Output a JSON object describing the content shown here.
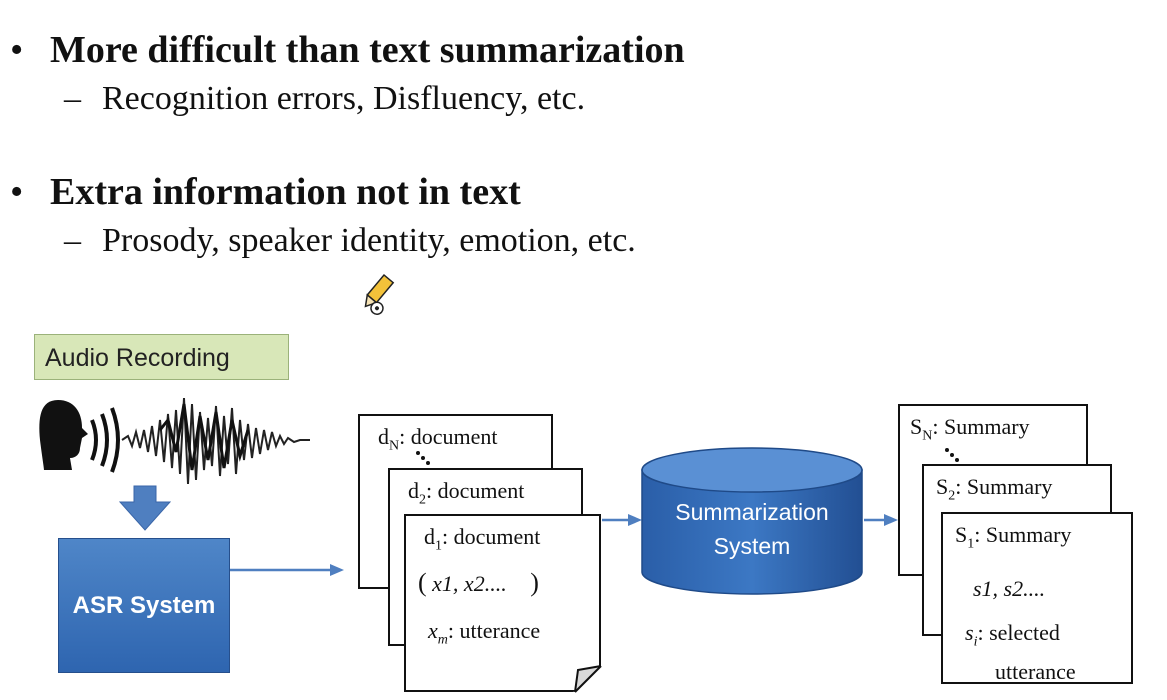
{
  "bullets": [
    {
      "heading": "More difficult than text summarization",
      "sub": "Recognition errors, Disfluency, etc."
    },
    {
      "heading": "Extra information not in text",
      "sub": "Prosody, speaker identity, emotion, etc."
    }
  ],
  "bullet_symbol": "•",
  "dash_symbol": "–",
  "diagram": {
    "audio_label": "Audio Recording",
    "asr_label": "ASR System",
    "summarization_label_line1": "Summarization",
    "summarization_label_line2": "System",
    "documents": {
      "dN": {
        "var": "d",
        "sub": "N",
        "text": ": document"
      },
      "d2": {
        "var": "d",
        "sub": "2",
        "text": ": document"
      },
      "d1": {
        "var": "d",
        "sub": "1",
        "text": ": document"
      },
      "x_seq": "x1, x2....",
      "xm_var": "x",
      "xm_sub": "m",
      "xm_text": ": utterance"
    },
    "summaries": {
      "SN": {
        "var": "S",
        "sub": "N",
        "text": ": Summary"
      },
      "S2": {
        "var": "S",
        "sub": "2",
        "text": ": Summary"
      },
      "S1": {
        "var": "S",
        "sub": "1",
        "text": ": Summary"
      },
      "s_seq": "s1, s2....",
      "si_var": "s",
      "si_sub": "i",
      "si_text": ": selected",
      "si_text2": "utterance"
    }
  },
  "colors": {
    "audio_box": "#d8e7b8",
    "asr_box": "#2e65b0",
    "arrow": "#4f7fc0",
    "cylinder": "#2e65b0"
  }
}
